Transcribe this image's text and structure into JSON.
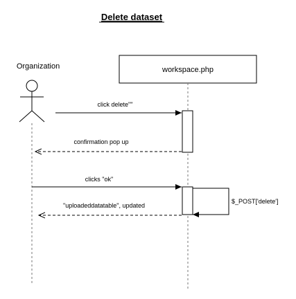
{
  "title": "Delete dataset",
  "actor": {
    "name": "Organization"
  },
  "participant": {
    "name": "workspace.php"
  },
  "messages": [
    {
      "label": "click delete\"\"",
      "direction": "request",
      "style": "solid"
    },
    {
      "label": "confirmation pop up",
      "direction": "response",
      "style": "dashed"
    },
    {
      "label": "clicks \"ok\"",
      "direction": "request",
      "style": "solid"
    },
    {
      "label": "\"uploadeddatatable\", updated",
      "direction": "response",
      "style": "dashed"
    }
  ],
  "self_message": {
    "label": "$_POST['delete']"
  },
  "colors": {
    "line": "#000000",
    "lifeline": "#777777",
    "background": "#ffffff"
  }
}
